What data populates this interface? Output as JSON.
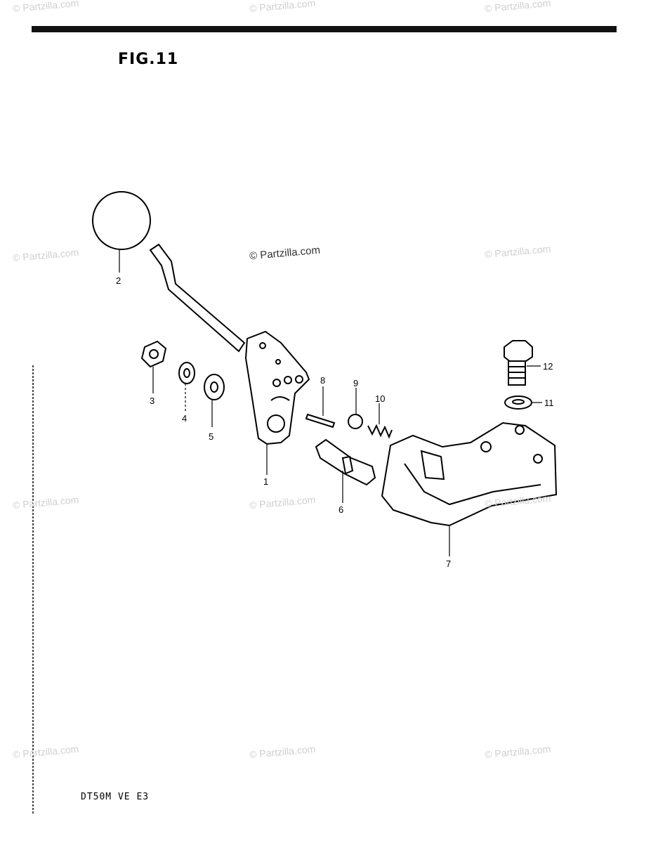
{
  "figure": {
    "title": "FIG.11"
  },
  "footer": {
    "model_code": "DT50M VE E3"
  },
  "watermarks": [
    "© Partzilla.com",
    "© Partzilla.com",
    "© Partzilla.com",
    "© Partzilla.com",
    "© Partzilla.com",
    "© Partzilla.com",
    "© Partzilla.com",
    "© Partzilla.com",
    "© Partzilla.com",
    "© Partzilla.com",
    "© Partzilla.com",
    "© Partzilla.com"
  ],
  "callouts": [
    "1",
    "2",
    "3",
    "4",
    "5",
    "6",
    "7",
    "8",
    "9",
    "10",
    "11",
    "12"
  ]
}
